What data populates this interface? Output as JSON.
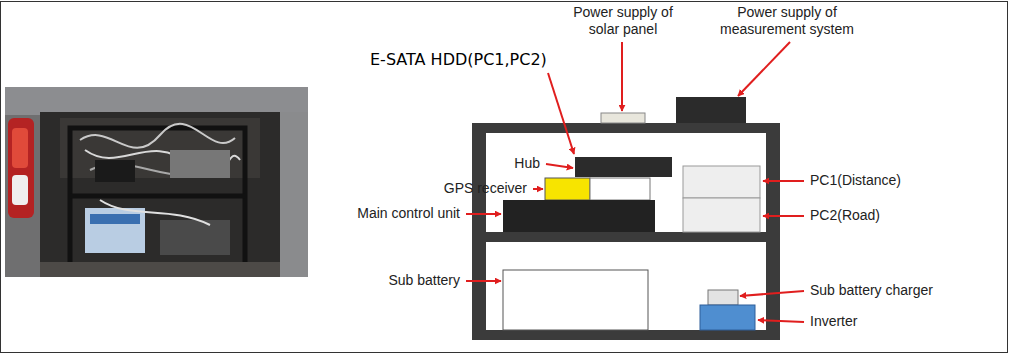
{
  "diagram": {
    "labels": [
      "E-SATA HDD(PC1,PC2)",
      "Power supply of solar panel",
      "Power supply of measurement system",
      "Hub",
      "GPS receiver",
      "Main control unit",
      "PC1(Distance)",
      "PC2(Road)",
      "Sub battery",
      "Sub battery charger",
      "Inverter"
    ]
  }
}
